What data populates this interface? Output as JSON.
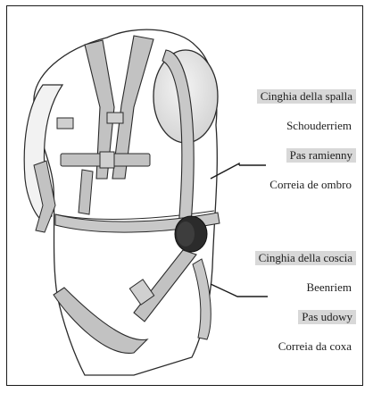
{
  "labels": {
    "shoulder": {
      "it": "Cinghia della spalla",
      "nl": "Schouderriem",
      "pl": "Pas ramienny",
      "pt": "Correia de ombro"
    },
    "thigh": {
      "it": "Cinghia della coscia",
      "nl": "Beenriem",
      "pl": "Pas udowy",
      "pt": "Correia da coxa"
    }
  },
  "colors": {
    "label_highlight": "#d8d8d8",
    "body": "#ffffff",
    "strap": "#c2c2c2",
    "outline": "#2a2a2a"
  }
}
